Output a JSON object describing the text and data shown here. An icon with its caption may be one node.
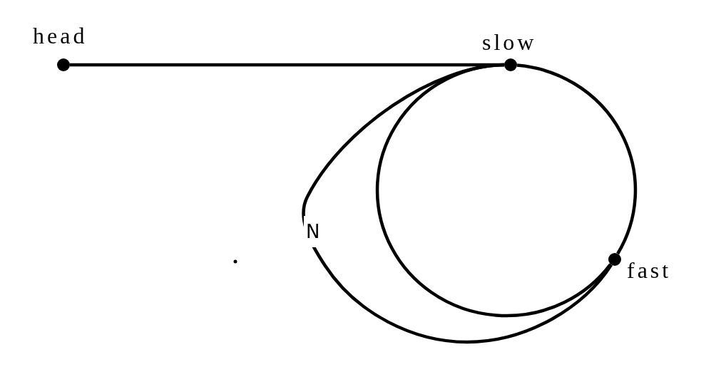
{
  "diagram": {
    "nodes": [
      {
        "text": [
          "head"
        ]
      },
      {
        "text": [
          "slow"
        ]
      },
      {
        "text": [
          "fast"
        ]
      }
    ],
    "edges": [
      {
        "from": 0,
        "to": 1,
        "arrow": "none"
      },
      {
        "from": 1,
        "to": 2,
        "arrow": "none",
        "label": "N"
      },
      {
        "from": 1,
        "to": 2,
        "arrow": "none"
      },
      {
        "from": 1,
        "to": 2,
        "arrow": "none"
      }
    ]
  }
}
